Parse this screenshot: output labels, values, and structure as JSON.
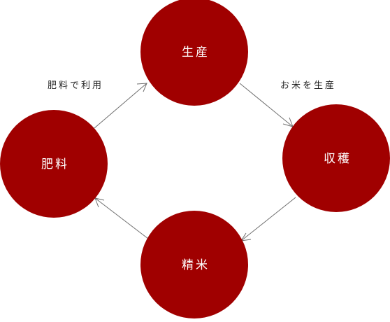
{
  "diagram": {
    "node_color": "#a00000",
    "edge_color": "#6f6f6f",
    "nodes": [
      {
        "id": "seisan",
        "label": "生産"
      },
      {
        "id": "shukaku",
        "label": "収穫"
      },
      {
        "id": "seimai",
        "label": "精米"
      },
      {
        "id": "hiryo",
        "label": "肥料"
      }
    ],
    "edges": [
      {
        "from": "seisan",
        "to": "shukaku",
        "label": "お米を生産"
      },
      {
        "from": "shukaku",
        "to": "seimai",
        "label": ""
      },
      {
        "from": "seimai",
        "to": "hiryo",
        "label": ""
      },
      {
        "from": "hiryo",
        "to": "seisan",
        "label": "肥料で利用"
      }
    ]
  }
}
